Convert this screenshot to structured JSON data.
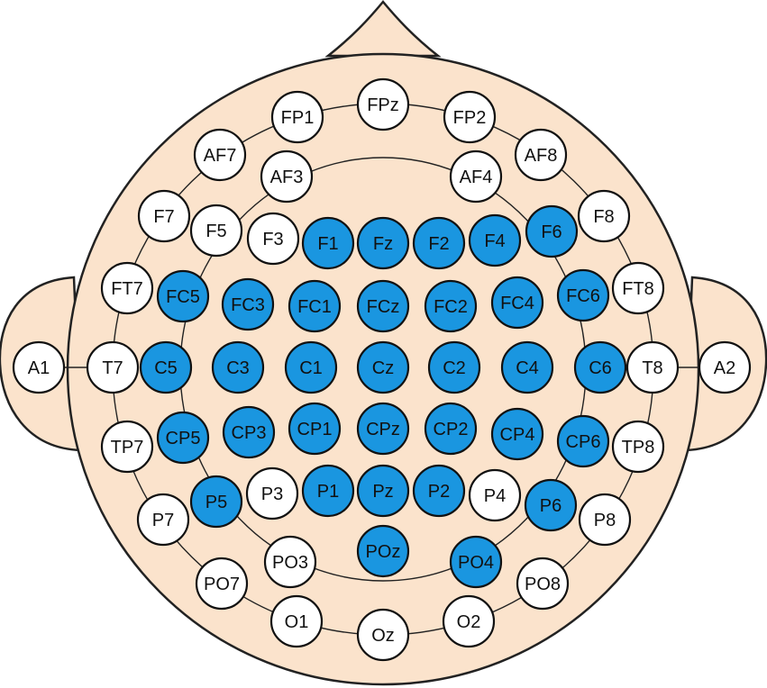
{
  "colors": {
    "head": "#fbe3cc",
    "outline": "#222222",
    "active": "#1a96e0",
    "inactive": "#ffffff"
  },
  "electrodes": [
    {
      "label": "FPz",
      "active": false
    },
    {
      "label": "FP1",
      "active": false
    },
    {
      "label": "FP2",
      "active": false
    },
    {
      "label": "AF7",
      "active": false
    },
    {
      "label": "AF8",
      "active": false
    },
    {
      "label": "AF3",
      "active": false
    },
    {
      "label": "AF4",
      "active": false
    },
    {
      "label": "F7",
      "active": false
    },
    {
      "label": "F5",
      "active": false
    },
    {
      "label": "F3",
      "active": false
    },
    {
      "label": "F1",
      "active": true
    },
    {
      "label": "Fz",
      "active": true
    },
    {
      "label": "F2",
      "active": true
    },
    {
      "label": "F4",
      "active": true
    },
    {
      "label": "F6",
      "active": true
    },
    {
      "label": "F8",
      "active": false
    },
    {
      "label": "FT7",
      "active": false
    },
    {
      "label": "FC5",
      "active": true
    },
    {
      "label": "FC3",
      "active": true
    },
    {
      "label": "FC1",
      "active": true
    },
    {
      "label": "FCz",
      "active": true
    },
    {
      "label": "FC2",
      "active": true
    },
    {
      "label": "FC4",
      "active": true
    },
    {
      "label": "FC6",
      "active": true
    },
    {
      "label": "FT8",
      "active": false
    },
    {
      "label": "A1",
      "active": false
    },
    {
      "label": "T7",
      "active": false
    },
    {
      "label": "C5",
      "active": true
    },
    {
      "label": "C3",
      "active": true
    },
    {
      "label": "C1",
      "active": true
    },
    {
      "label": "Cz",
      "active": true
    },
    {
      "label": "C2",
      "active": true
    },
    {
      "label": "C4",
      "active": true
    },
    {
      "label": "C6",
      "active": true
    },
    {
      "label": "T8",
      "active": false
    },
    {
      "label": "A2",
      "active": false
    },
    {
      "label": "TP7",
      "active": false
    },
    {
      "label": "CP5",
      "active": true
    },
    {
      "label": "CP3",
      "active": true
    },
    {
      "label": "CP1",
      "active": true
    },
    {
      "label": "CPz",
      "active": true
    },
    {
      "label": "CP2",
      "active": true
    },
    {
      "label": "CP4",
      "active": true
    },
    {
      "label": "CP6",
      "active": true
    },
    {
      "label": "TP8",
      "active": false
    },
    {
      "label": "P7",
      "active": false
    },
    {
      "label": "P5",
      "active": true
    },
    {
      "label": "P3",
      "active": false
    },
    {
      "label": "P1",
      "active": true
    },
    {
      "label": "Pz",
      "active": true
    },
    {
      "label": "P2",
      "active": true
    },
    {
      "label": "P4",
      "active": false
    },
    {
      "label": "P6",
      "active": true
    },
    {
      "label": "P8",
      "active": false
    },
    {
      "label": "PO7",
      "active": false
    },
    {
      "label": "PO3",
      "active": false
    },
    {
      "label": "POz",
      "active": true
    },
    {
      "label": "PO4",
      "active": true
    },
    {
      "label": "PO8",
      "active": false
    },
    {
      "label": "O1",
      "active": false
    },
    {
      "label": "Oz",
      "active": false
    },
    {
      "label": "O2",
      "active": false
    }
  ]
}
